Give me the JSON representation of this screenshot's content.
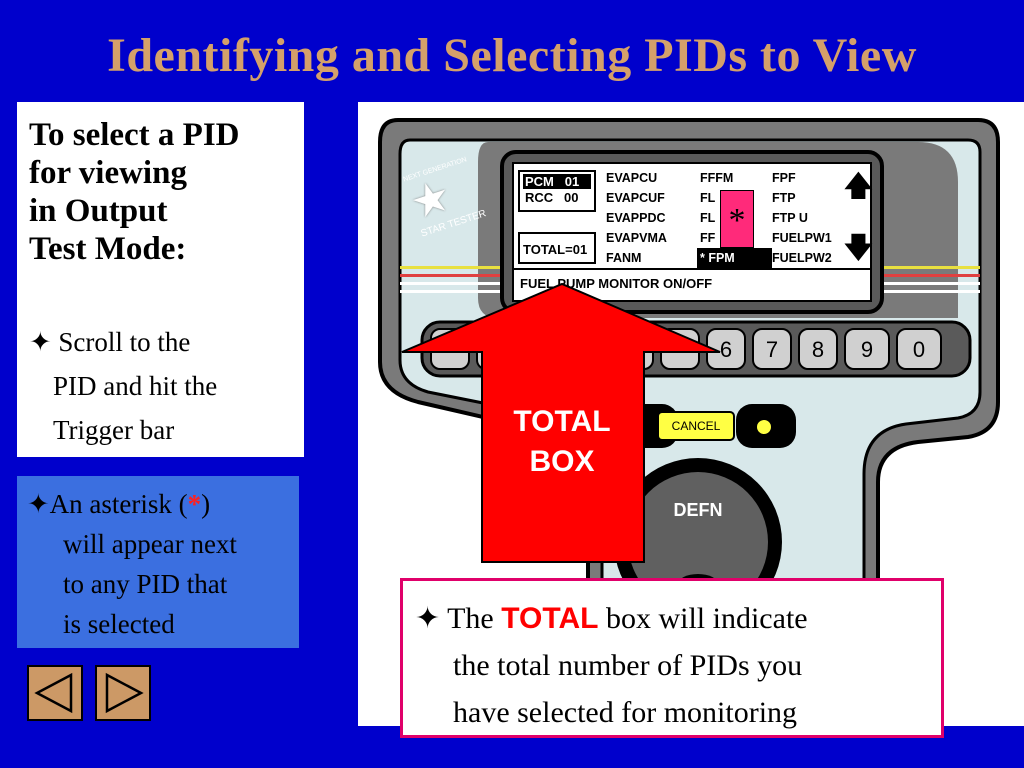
{
  "slide": {
    "title": "Identifying and Selecting PIDs to View"
  },
  "left_panel": {
    "heading_line1": "To select a PID",
    "heading_line2": "for viewing",
    "heading_line3": "in Output",
    "heading_line4": "Test Mode:",
    "bullet_glyph": "✦",
    "bullet_line1": "Scroll to the",
    "bullet_line2": "PID and hit the",
    "bullet_line3": "Trigger bar"
  },
  "asterisk_panel": {
    "glyph": "✦",
    "line1_start": "An asterisk (",
    "asterisk": "*",
    "line1_end": ")",
    "line2": "will appear next",
    "line3": "to any PID that",
    "line4": "is selected"
  },
  "device": {
    "brand_line1": "NEXT GENERATION",
    "brand_line2": "STAR TESTER",
    "module_pcm": "PCM   01",
    "module_rcc": "RCC   00",
    "total": "TOTAL=01",
    "col1": [
      "EVAPCU",
      "EVAPCUF",
      "EVAPPDC",
      "EVAPVMA",
      "FANM"
    ],
    "col2": [
      "FFFM",
      "FL",
      "FL",
      "FF",
      "* FPM"
    ],
    "col3": [
      "FPF",
      "FTP",
      "FTP U",
      "FUELPW1",
      "FUELPW2"
    ],
    "status_line": "FUEL PUMP MONITOR ON/OFF",
    "marker": "*",
    "keys": [
      "6",
      "7",
      "8",
      "9",
      "0"
    ],
    "cancel_label": "CANCEL",
    "defn_label": "DEFN",
    "colors": {
      "body": "#7a7a7a",
      "shell": "#d8e8ea",
      "key": "#d0d0d0",
      "cancel": "#ffff44",
      "marker": "#ff2a7a"
    }
  },
  "callout_arrow": {
    "line1": "TOTAL",
    "line2": "BOX",
    "color": "#ff0000"
  },
  "info_box": {
    "glyph": "✦",
    "the": "The",
    "total_word": "TOTAL",
    "line1_end": "box will indicate",
    "line2": "the total number of PIDs you",
    "line3": "have selected for monitoring"
  },
  "nav": {
    "prev_icon": "triangle-left-icon",
    "next_icon": "triangle-right-icon"
  }
}
